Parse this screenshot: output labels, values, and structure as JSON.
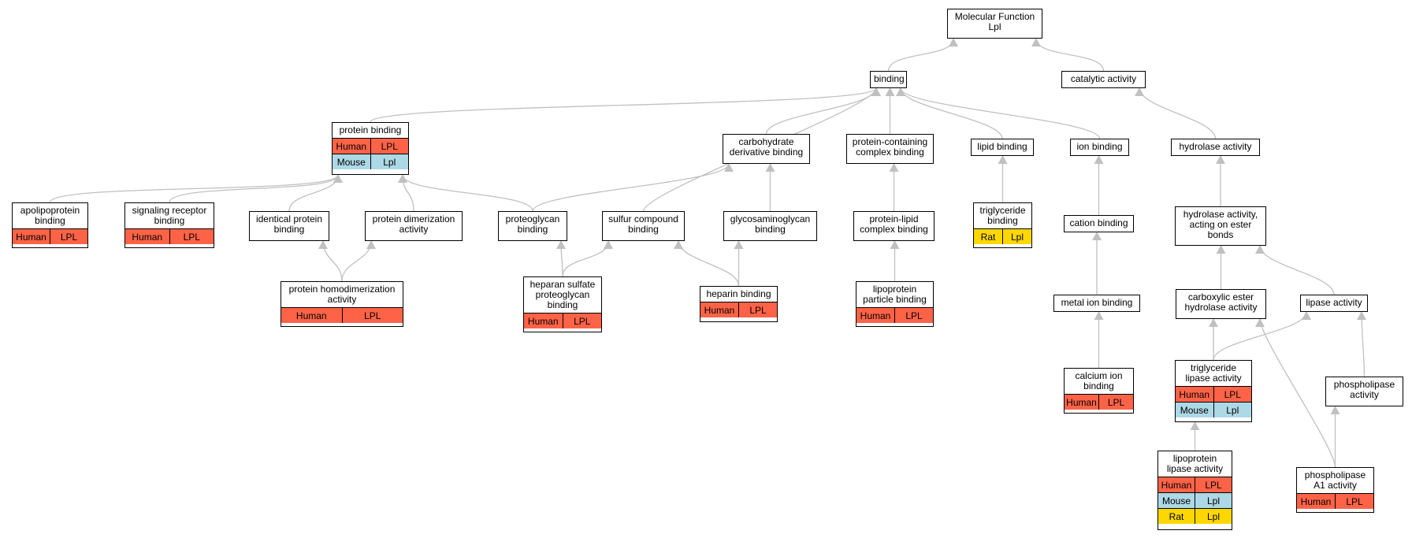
{
  "colors": {
    "Human": "#ff6347",
    "Mouse": "#add8e6",
    "Rat": "#ffd700",
    "edge": "#c0c0c0"
  },
  "nodes": {
    "mf": {
      "label": "Molecular Function\nLpl"
    },
    "binding": {
      "label": "binding"
    },
    "catalytic": {
      "label": "catalytic activity"
    },
    "protein": {
      "label": "protein binding",
      "rows": [
        [
          "Human",
          "LPL"
        ],
        [
          "Mouse",
          "Lpl"
        ]
      ]
    },
    "carbderiv": {
      "label": "carbohydrate\nderivative binding"
    },
    "protcomplex": {
      "label": "protein-containing\ncomplex binding"
    },
    "lipid": {
      "label": "lipid binding"
    },
    "ion": {
      "label": "ion binding"
    },
    "hydrolase": {
      "label": "hydrolase activity"
    },
    "apolipo": {
      "label": "apolipoprotein\nbinding",
      "rows": [
        [
          "Human",
          "LPL"
        ]
      ]
    },
    "sigrec": {
      "label": "signaling receptor\nbinding",
      "rows": [
        [
          "Human",
          "LPL"
        ]
      ]
    },
    "identical": {
      "label": "identical protein\nbinding"
    },
    "dimer": {
      "label": "protein dimerization\nactivity"
    },
    "proteoglycan": {
      "label": "proteoglycan\nbinding"
    },
    "sulfur": {
      "label": "sulfur compound\nbinding"
    },
    "gag": {
      "label": "glycosaminoglycan\nbinding"
    },
    "protlipid": {
      "label": "protein-lipid\ncomplex binding"
    },
    "tgbind": {
      "label": "triglyceride\nbinding",
      "rows": [
        [
          "Rat",
          "Lpl"
        ]
      ]
    },
    "cation": {
      "label": "cation binding"
    },
    "hydester": {
      "label": "hydrolase activity,\nacting on ester\nbonds"
    },
    "homodimer": {
      "label": "protein homodimerization\nactivity",
      "rows": [
        [
          "Human",
          "LPL"
        ]
      ]
    },
    "heparansulf": {
      "label": "heparan sulfate\nproteoglycan\nbinding",
      "rows": [
        [
          "Human",
          "LPL"
        ]
      ]
    },
    "heparin": {
      "label": "heparin binding",
      "rows": [
        [
          "Human",
          "LPL"
        ]
      ]
    },
    "lipopart": {
      "label": "lipoprotein\nparticle binding",
      "rows": [
        [
          "Human",
          "LPL"
        ]
      ]
    },
    "metal": {
      "label": "metal ion binding"
    },
    "carbester": {
      "label": "carboxylic ester\nhydrolase activity"
    },
    "lipase": {
      "label": "lipase activity"
    },
    "calcium": {
      "label": "calcium ion\nbinding",
      "rows": [
        [
          "Human",
          "LPL"
        ]
      ]
    },
    "tglipase": {
      "label": "triglyceride\nlipase activity",
      "rows": [
        [
          "Human",
          "LPL"
        ],
        [
          "Mouse",
          "Lpl"
        ]
      ]
    },
    "phospholipase": {
      "label": "phospholipase\nactivity"
    },
    "lpllipase": {
      "label": "lipoprotein\nlipase activity",
      "rows": [
        [
          "Human",
          "LPL"
        ],
        [
          "Mouse",
          "Lpl"
        ],
        [
          "Rat",
          "Lpl"
        ]
      ]
    },
    "pla1": {
      "label": "phospholipase\nA1 activity",
      "rows": [
        [
          "Human",
          "LPL"
        ]
      ]
    }
  },
  "edges": [
    [
      "binding",
      "mf"
    ],
    [
      "catalytic",
      "mf"
    ],
    [
      "protein",
      "binding"
    ],
    [
      "carbderiv",
      "binding"
    ],
    [
      "protcomplex",
      "binding"
    ],
    [
      "lipid",
      "binding"
    ],
    [
      "ion",
      "binding"
    ],
    [
      "sulfur",
      "binding"
    ],
    [
      "hydrolase",
      "catalytic"
    ],
    [
      "apolipo",
      "protein"
    ],
    [
      "sigrec",
      "protein"
    ],
    [
      "identical",
      "protein"
    ],
    [
      "dimer",
      "protein"
    ],
    [
      "proteoglycan",
      "protein"
    ],
    [
      "proteoglycan",
      "carbderiv"
    ],
    [
      "gag",
      "carbderiv"
    ],
    [
      "protlipid",
      "protcomplex"
    ],
    [
      "tgbind",
      "lipid"
    ],
    [
      "cation",
      "ion"
    ],
    [
      "hydester",
      "hydrolase"
    ],
    [
      "homodimer",
      "identical"
    ],
    [
      "homodimer",
      "dimer"
    ],
    [
      "heparansulf",
      "proteoglycan"
    ],
    [
      "heparansulf",
      "sulfur"
    ],
    [
      "heparin",
      "sulfur"
    ],
    [
      "heparin",
      "gag"
    ],
    [
      "lipopart",
      "protlipid"
    ],
    [
      "metal",
      "cation"
    ],
    [
      "carbester",
      "hydester"
    ],
    [
      "lipase",
      "hydester"
    ],
    [
      "calcium",
      "metal"
    ],
    [
      "tglipase",
      "carbester"
    ],
    [
      "tglipase",
      "lipase"
    ],
    [
      "phospholipase",
      "lipase"
    ],
    [
      "lpllipase",
      "tglipase"
    ],
    [
      "pla1",
      "phospholipase"
    ],
    [
      "pla1",
      "carbester"
    ]
  ]
}
